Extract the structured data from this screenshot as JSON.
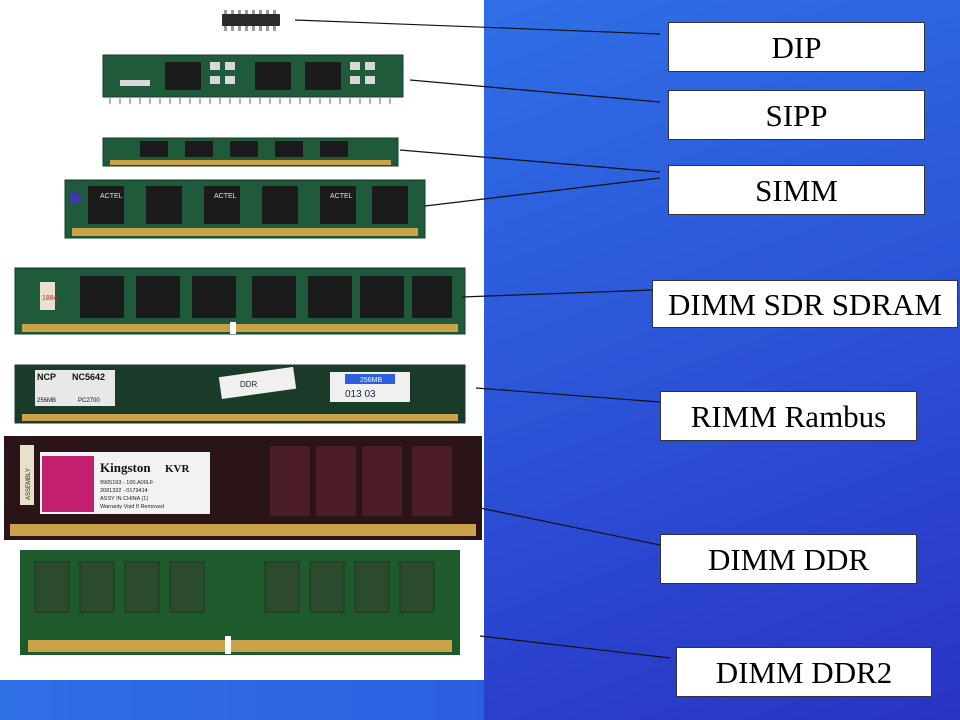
{
  "labels": {
    "dip": "DIP",
    "sipp": "SIPP",
    "simm": "SIMM",
    "dimm_sdr": "DIMM SDR SDRAM",
    "rimm": "RIMM Rambus",
    "dimm_ddr": "DIMM DDR",
    "dimm_ddr2": "DIMM DDR2"
  },
  "chips": {
    "simm_chip": "ACTEL",
    "sdr_tag": "1884",
    "rimm_brand_left": "NCP",
    "rimm_model_left": "NC5642",
    "rimm_size": "256MB",
    "rimm_speed": "PC2700",
    "rimm_sticker_mid": "DDR",
    "rimm_sticker_right": "256MB",
    "rimm_sticker_code": "013 03",
    "ddr_brand": "Kingston",
    "ddr_series": "KVR",
    "ddr_line1": "9905193 - 100.A00LF",
    "ddr_line2": "2081332 - 0179414",
    "ddr_line3": "ASSY IN CHINA (1)",
    "ddr_line4": "Warranty Void If Removed",
    "ddr_side": "ASSEMBLY"
  },
  "colors": {
    "background_blue": "#2b56d8",
    "pcb_green": "#1f5a3a",
    "pcb_dark": "#1a3b2a",
    "chip_black": "#1b1b1b",
    "gold_pins": "#c9a24a",
    "ddr_pcb": "#2a1418",
    "ddr2_pcb": "#1e5a2c"
  }
}
